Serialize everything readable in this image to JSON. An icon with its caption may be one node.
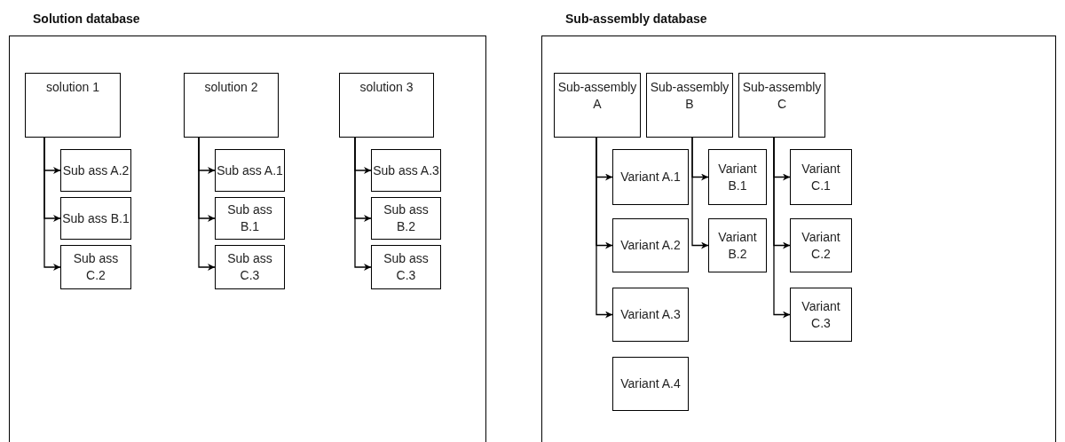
{
  "diagram": {
    "nodes": [
      {
        "text": [
          "Solution database"
        ]
      },
      {
        "text": [
          "solution 1"
        ],
        "in": 0
      },
      {
        "text": [
          "Sub ass A.2"
        ],
        "in": 0
      },
      {
        "text": [
          "Sub ass B.1"
        ],
        "in": 0
      },
      {
        "text": [
          "Sub ass C.2"
        ],
        "in": 0
      },
      {
        "text": [
          "solution 2"
        ],
        "in": 0
      },
      {
        "text": [
          "Sub ass A.1"
        ],
        "in": 0
      },
      {
        "text": [
          "Sub ass B.1"
        ],
        "in": 0
      },
      {
        "text": [
          "Sub ass C.3"
        ],
        "in": 0
      },
      {
        "text": [
          "solution 3"
        ],
        "in": 0
      },
      {
        "text": [
          "Sub ass A.3"
        ],
        "in": 0
      },
      {
        "text": [
          "Sub ass B.2"
        ],
        "in": 0
      },
      {
        "text": [
          "Sub ass C.3"
        ],
        "in": 0
      },
      {
        "text": [
          "Sub-assembly database"
        ]
      },
      {
        "text": [
          "Sub-assembly A"
        ],
        "in": 13
      },
      {
        "text": [
          "Variant A.1"
        ],
        "in": 13
      },
      {
        "text": [
          "Variant A.2"
        ],
        "in": 13
      },
      {
        "text": [
          "Variant A.3"
        ],
        "in": 13
      },
      {
        "text": [
          "Variant A.4"
        ],
        "in": 13
      },
      {
        "text": [
          "Sub-assembly B"
        ],
        "in": 13
      },
      {
        "text": [
          "Variant B.1"
        ],
        "in": 13
      },
      {
        "text": [
          "Variant B.2"
        ],
        "in": 13
      },
      {
        "text": [
          "Sub-assembly C"
        ],
        "in": 13
      },
      {
        "text": [
          "Variant C.1"
        ],
        "in": 13
      },
      {
        "text": [
          "Variant C.2"
        ],
        "in": 13
      },
      {
        "text": [
          "Variant C.3"
        ],
        "in": 13
      }
    ],
    "edges": [
      {
        "from": 1,
        "to": 2,
        "arrow": "to"
      },
      {
        "from": 1,
        "to": 3,
        "arrow": "to"
      },
      {
        "from": 1,
        "to": 4,
        "arrow": "to"
      },
      {
        "from": 5,
        "to": 6,
        "arrow": "to"
      },
      {
        "from": 5,
        "to": 7,
        "arrow": "to"
      },
      {
        "from": 5,
        "to": 8,
        "arrow": "to"
      },
      {
        "from": 9,
        "to": 10,
        "arrow": "to"
      },
      {
        "from": 9,
        "to": 11,
        "arrow": "to"
      },
      {
        "from": 9,
        "to": 12,
        "arrow": "to"
      },
      {
        "from": 14,
        "to": 15,
        "arrow": "to"
      },
      {
        "from": 14,
        "to": 16,
        "arrow": "to"
      },
      {
        "from": 14,
        "to": 17,
        "arrow": "to"
      },
      {
        "from": 19,
        "to": 20,
        "arrow": "to"
      },
      {
        "from": 19,
        "to": 21,
        "arrow": "to"
      },
      {
        "from": 22,
        "to": 23,
        "arrow": "to"
      },
      {
        "from": 22,
        "to": 24,
        "arrow": "to"
      },
      {
        "from": 22,
        "to": 25,
        "arrow": "to"
      }
    ]
  }
}
